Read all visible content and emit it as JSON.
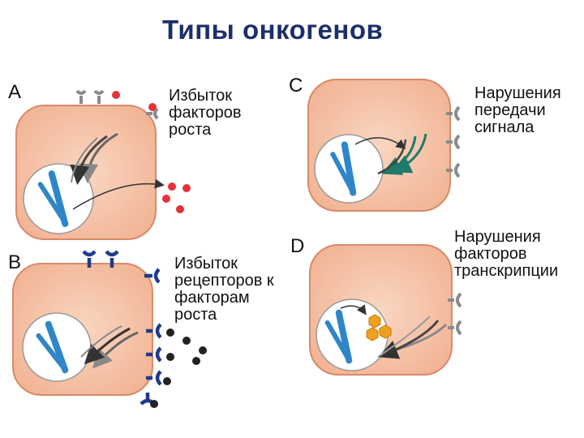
{
  "title": "Типы онкогенов",
  "panels": {
    "a": {
      "letter": "A",
      "label": "Избыток\nфакторов\nроста"
    },
    "b": {
      "letter": "B",
      "label": "Избыток\nрецепторов к\nфакторам\nроста"
    },
    "c": {
      "letter": "C",
      "label": "Нарушения\nпередачи\nсигнала"
    },
    "d": {
      "letter": "D",
      "label": "Нарушения\nфакторов\nтранскрипции"
    }
  },
  "colors": {
    "cell_fill": "#f6c8ad",
    "cell_border": "#d88a6a",
    "nucleus_fill": "#ffffff",
    "chromosome": "#2e86c8",
    "growth_factor": "#e53238",
    "receptor_gray": "#8a8a8a",
    "receptor_blue": "#1f3b8c",
    "factor_dark": "#222222",
    "transcription_factor": "#f0a020",
    "signal_green": "#1f7a6a",
    "signal_gray": "#444444"
  }
}
